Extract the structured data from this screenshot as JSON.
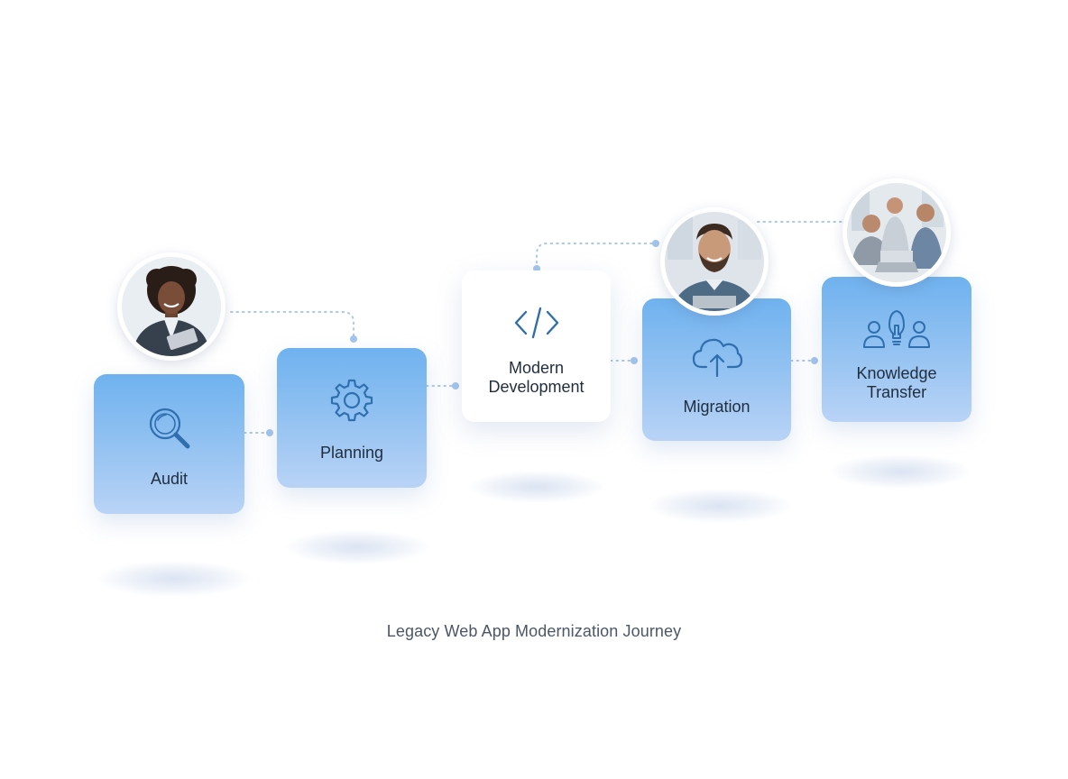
{
  "diagram": {
    "caption": "Legacy Web App Modernization Journey",
    "accent_color": "#7fb4ea",
    "icon_color": "#2f6fae",
    "connector_color": "#a9c8ec",
    "steps": [
      {
        "label": "Audit",
        "icon": "magnifier-icon",
        "style": "blue"
      },
      {
        "label": "Planning",
        "icon": "gear-icon",
        "style": "blue"
      },
      {
        "label": "Modern\nDevelopment",
        "icon": "code-brackets-icon",
        "style": "white"
      },
      {
        "label": "Migration",
        "icon": "cloud-upload-icon",
        "style": "blue"
      },
      {
        "label": "Knowledge\nTransfer",
        "icon": "team-lightbulb-icon",
        "style": "blue"
      }
    ],
    "avatars": [
      {
        "name": "woman-with-tablet-avatar",
        "attached_to": "Audit"
      },
      {
        "name": "bearded-man-avatar",
        "attached_to": "Migration"
      },
      {
        "name": "team-at-laptop-avatar",
        "attached_to": "Knowledge\nTransfer"
      }
    ]
  }
}
